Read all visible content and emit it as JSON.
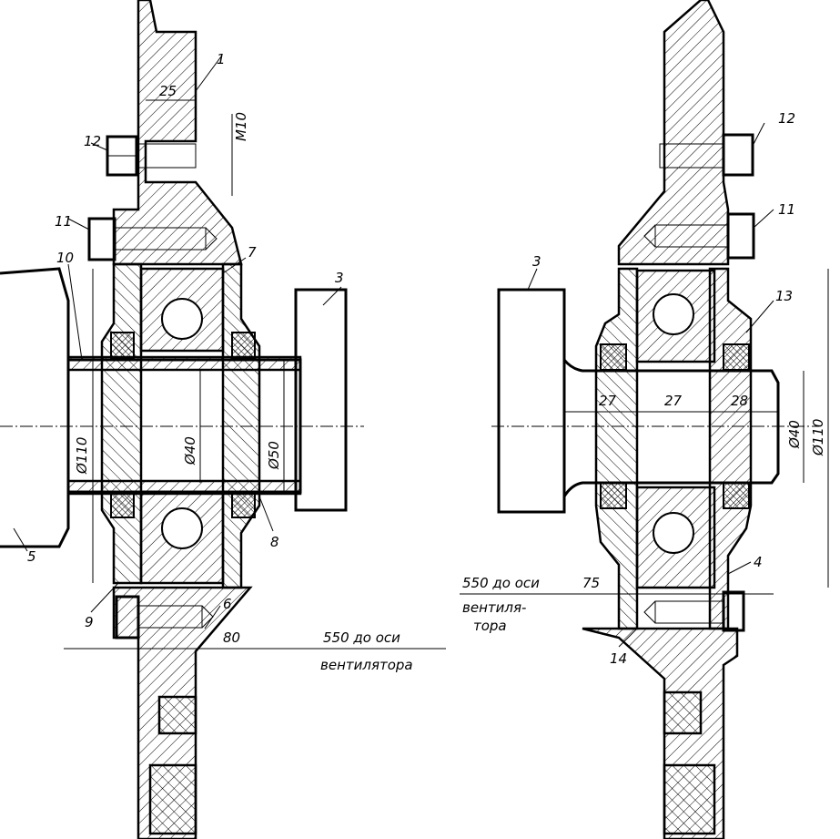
{
  "left_view": {
    "callouts": [
      "1",
      "12",
      "11",
      "7",
      "3",
      "10",
      "5",
      "9",
      "6",
      "8"
    ],
    "dims": {
      "width_25": "25",
      "thread": "M10",
      "dia_110": "Ø110",
      "dia_40": "Ø40",
      "dia_50": "Ø50",
      "len_80": "80",
      "fan_axis_1": "550 до оси",
      "fan_axis_2": "вентилятора"
    }
  },
  "right_view": {
    "callouts": [
      "12",
      "11",
      "3",
      "13",
      "4",
      "14"
    ],
    "dims": {
      "len_27a": "27",
      "len_27b": "27",
      "len_28": "28",
      "dia_40": "Ø40",
      "dia_110": "Ø110",
      "len_75": "75",
      "fan_axis_1": "550 до оси",
      "fan_axis_2": "вентиля-",
      "fan_axis_3": "тора"
    }
  }
}
